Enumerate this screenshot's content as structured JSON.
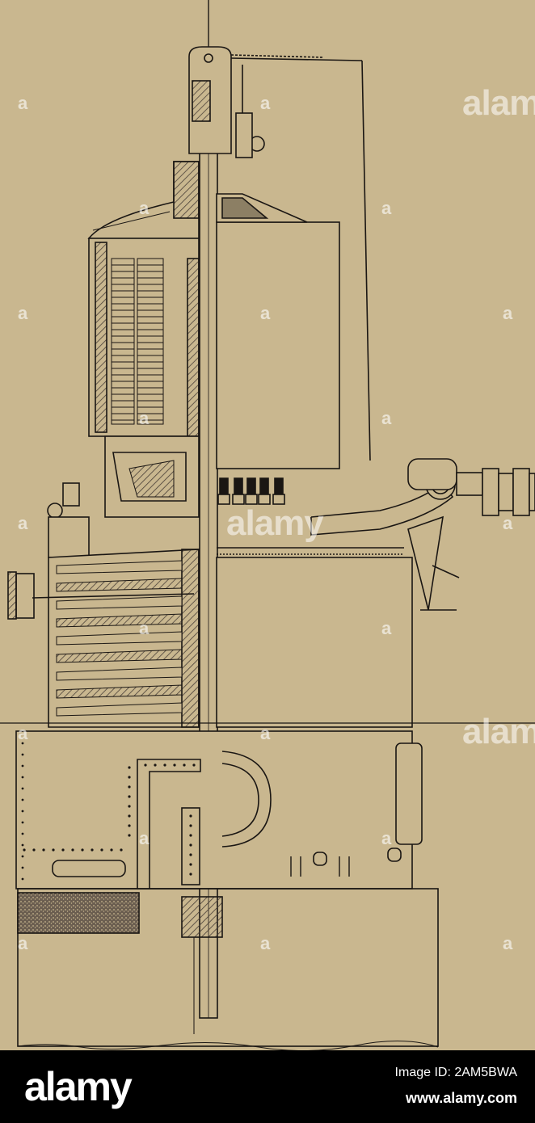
{
  "image": {
    "colors": {
      "paper": "#c9b78f",
      "ink": "#1a1613",
      "hatch": "#4a4038",
      "footer_bg": "#000000",
      "footer_text": "#ffffff"
    }
  },
  "watermark": {
    "word": "alamy",
    "mark": "a"
  },
  "footer": {
    "logo": "alamy",
    "image_id": "Image ID: 2AM5BWA",
    "url": "www.alamy.com"
  }
}
